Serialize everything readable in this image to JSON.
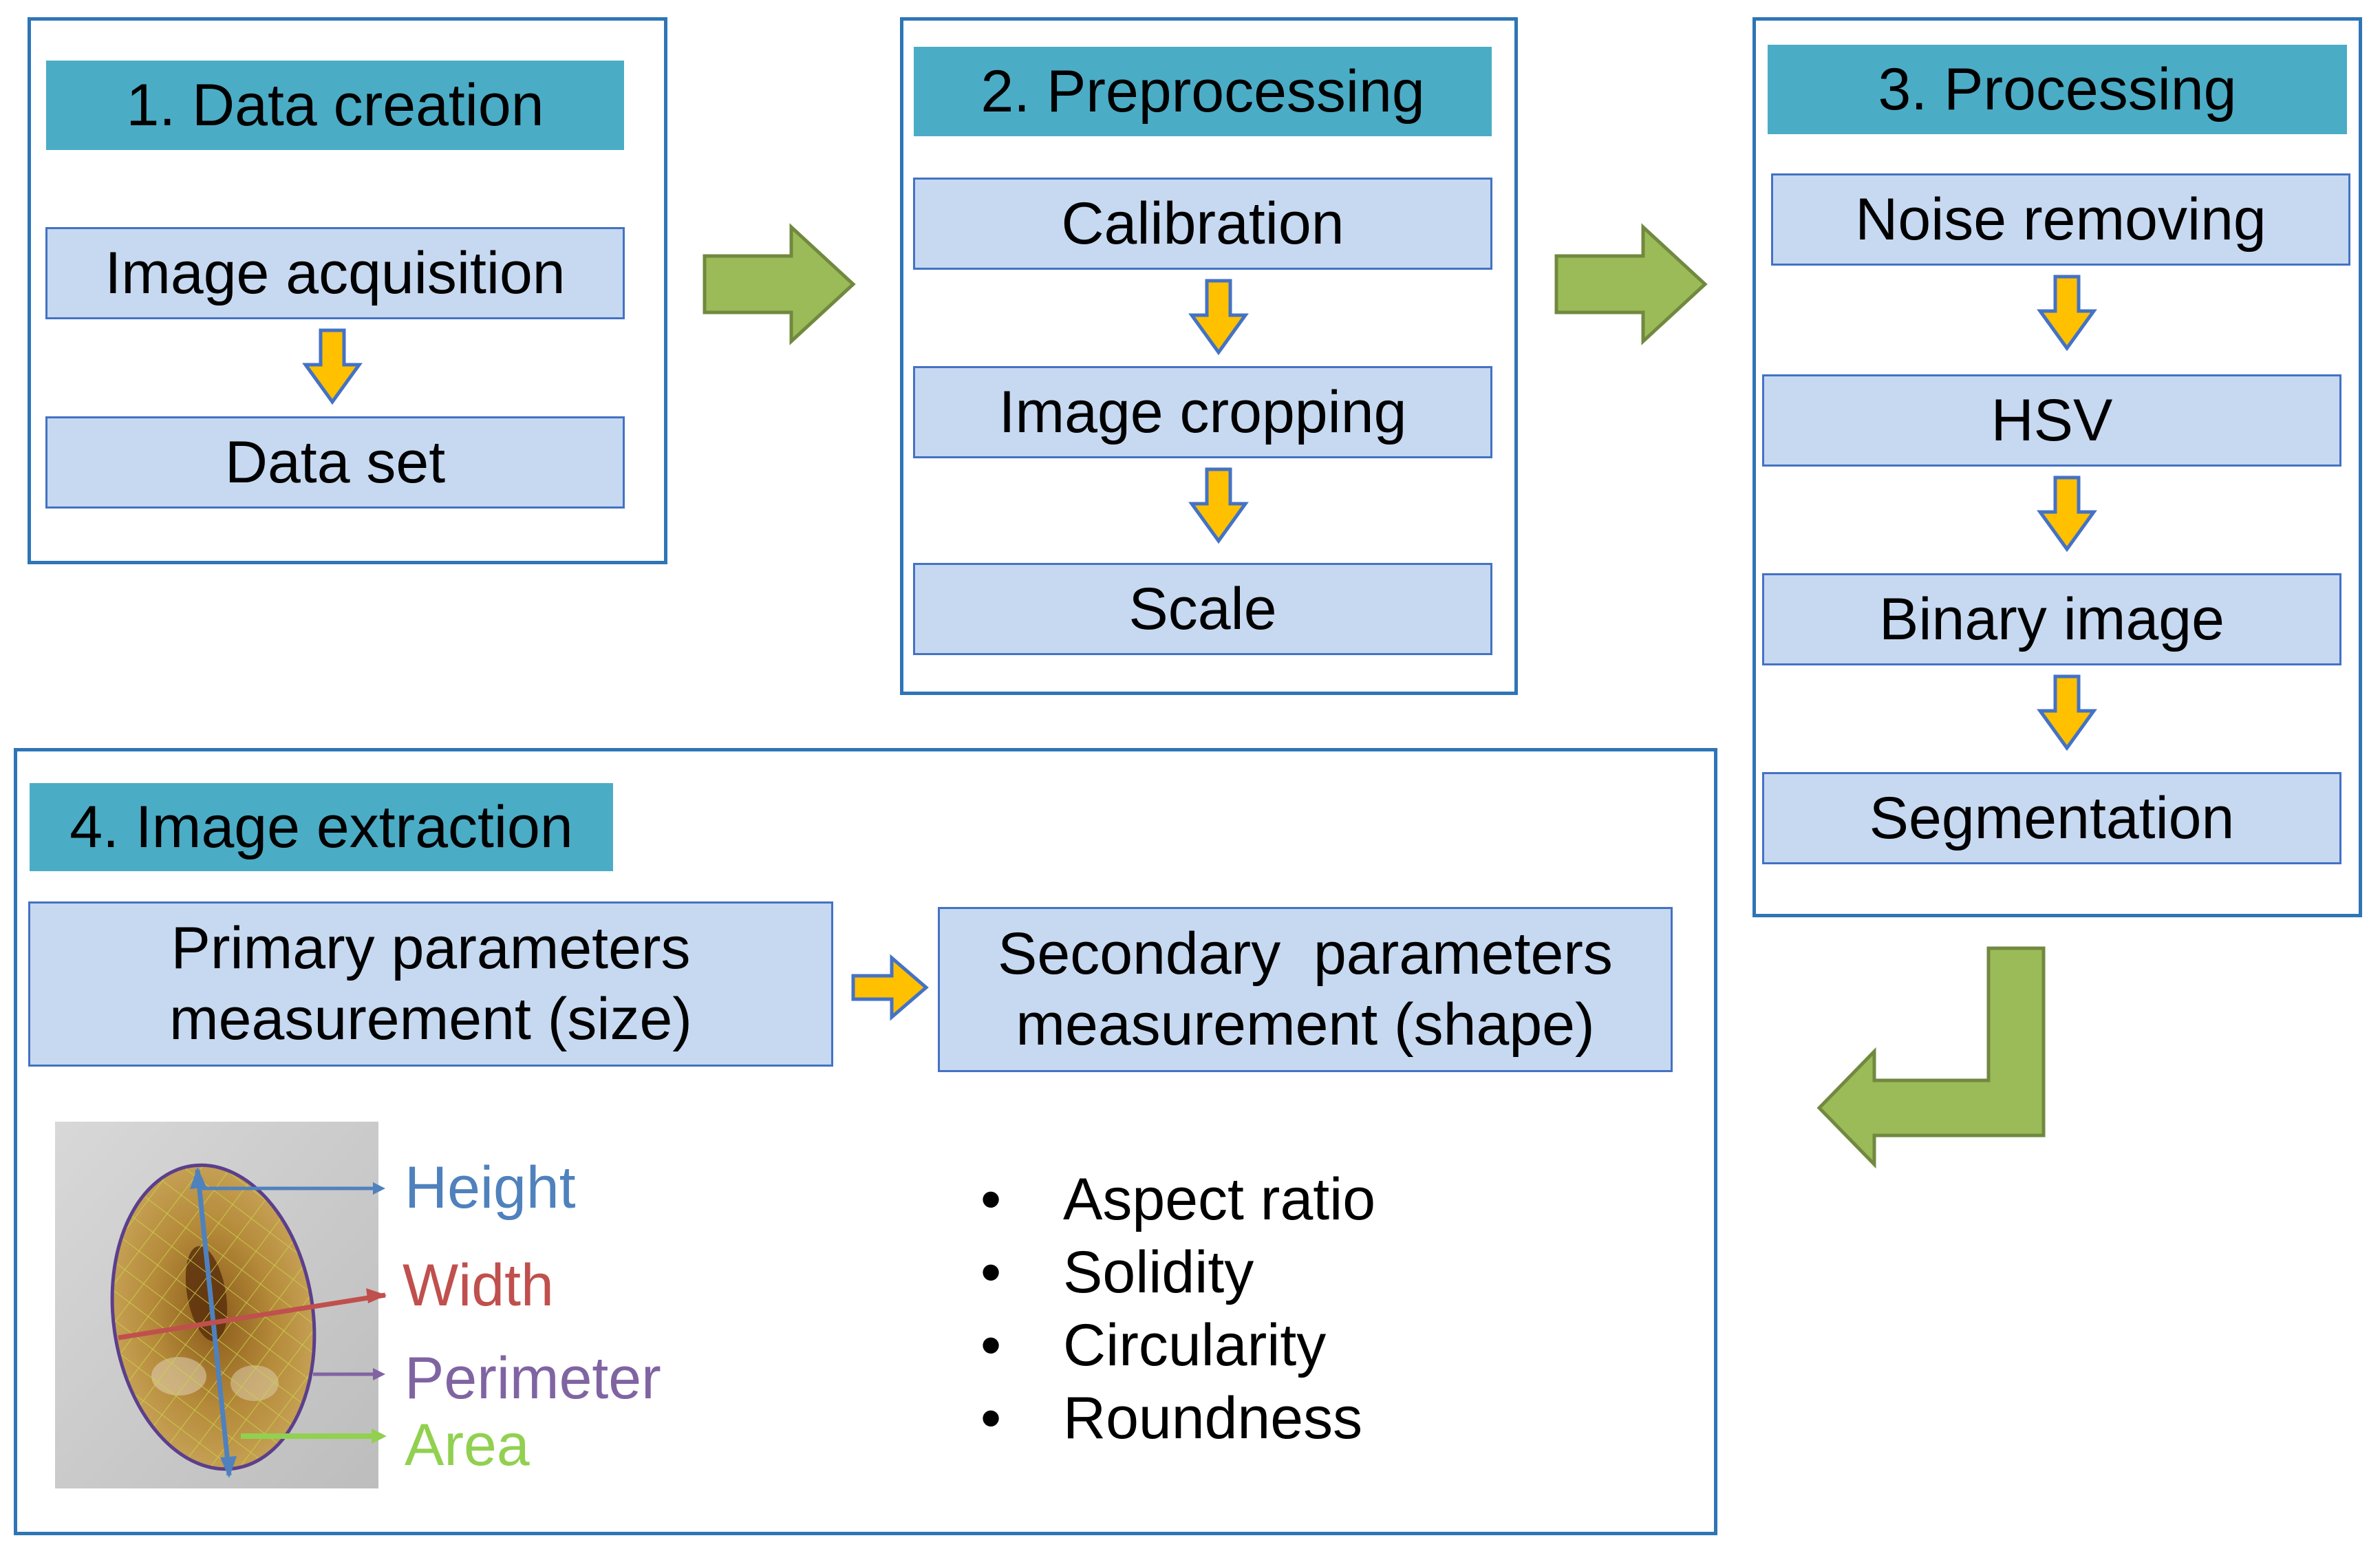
{
  "panels": {
    "data_creation": {
      "title": "1. Data creation",
      "steps": [
        "Image acquisition",
        "Data set"
      ]
    },
    "preprocessing": {
      "title": "2. Preprocessing",
      "steps": [
        "Calibration",
        "Image cropping",
        "Scale"
      ]
    },
    "processing": {
      "title": "3. Processing",
      "steps": [
        "Noise removing",
        "HSV",
        "Binary image",
        "Segmentation"
      ]
    },
    "image_extraction": {
      "title": "4. Image extraction",
      "primary": [
        "Primary parameters",
        "measurement (size)"
      ],
      "secondary": [
        "Secondary  parameters",
        "measurement (shape)"
      ],
      "measurements": {
        "height": "Height",
        "width": "Width",
        "perimeter": "Perimeter",
        "area": "Area"
      },
      "shape_features": [
        "Aspect ratio",
        "Solidity",
        "Circularity",
        "Roundness"
      ],
      "bullet": "•"
    }
  },
  "colors": {
    "panel_border": "#2e75b6",
    "header_fill": "#4bacc6",
    "step_fill": "#c6d9f1",
    "step_border": "#4472c4",
    "flow_arrow": "#9bbb59",
    "flow_arrow_border": "#71893f",
    "step_arrow": "#ffc000",
    "step_arrow_border": "#4472c4",
    "height": "#4f81bd",
    "width": "#c0504d",
    "perimeter": "#8064a2",
    "area": "#92d050"
  },
  "icons": {
    "flow_arrow": "green-block-arrow-icon",
    "step_arrow": "yellow-down-arrow-icon",
    "sample": "ellipse-sample-photo-icon"
  }
}
